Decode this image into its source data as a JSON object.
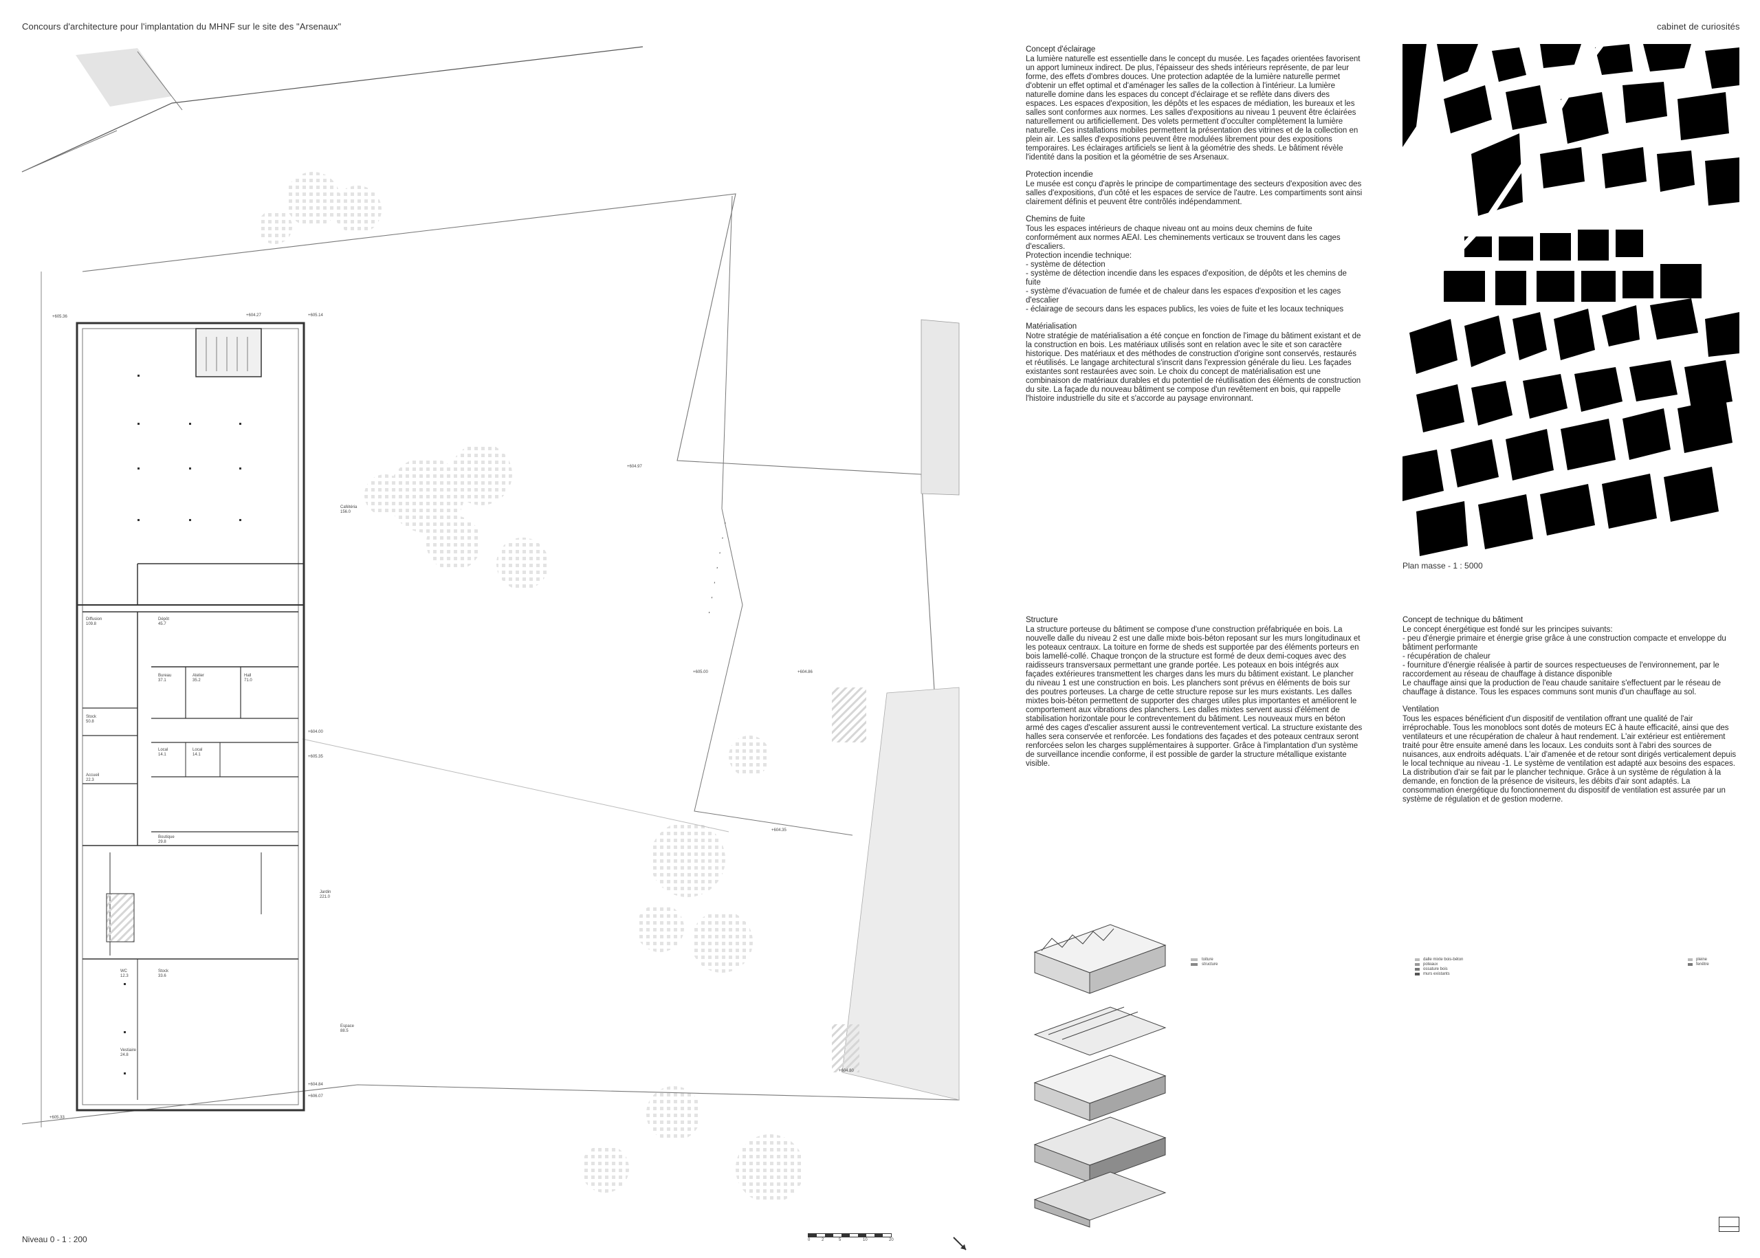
{
  "header": {
    "left_title": "Concours d'architecture pour l'implantation du MHNF sur le site des \"Arsenaux\"",
    "right_title": "cabinet de curiosités"
  },
  "plan": {
    "scale_caption": "Niveau 0 - 1 : 200",
    "rooms": [
      {
        "name": "Diffusion",
        "area": "109.8"
      },
      {
        "name": "Dépôt",
        "area": "45.7"
      },
      {
        "name": "Bureau",
        "area": "37.1"
      },
      {
        "name": "Atelier",
        "area": "35.2"
      },
      {
        "name": "Hall",
        "area": "71.0"
      },
      {
        "name": "Stock",
        "area": "50.8"
      },
      {
        "name": "Local",
        "area": "14.1"
      },
      {
        "name": "Local",
        "area": "14.1"
      },
      {
        "name": "Accueil",
        "area": "22.3"
      },
      {
        "name": "Boutique",
        "area": "29.8"
      },
      {
        "name": "WC",
        "area": "12.3"
      },
      {
        "name": "Stock",
        "area": "33.6"
      },
      {
        "name": "Vestiaire",
        "area": "24.8"
      },
      {
        "name": "Cafétéria",
        "area": "156.0"
      },
      {
        "name": "Jardin",
        "area": "221.0"
      },
      {
        "name": "Espace",
        "area": "88.5"
      }
    ],
    "levels": [
      "+605.36",
      "+605.14",
      "+604.00",
      "+605.35",
      "+604.84",
      "+606.07",
      "+605.33",
      "+604.97",
      "+604.86",
      "+604.35",
      "+605.00",
      "+604.80",
      "+604.27"
    ]
  },
  "sections": [
    {
      "heading": "Concept d'éclairage",
      "body": "La lumière naturelle est essentielle dans le concept du musée. Les façades orientées favorisent un apport lumineux indirect. De plus, l'épaisseur des sheds intérieurs représente, de par leur forme, des effets d'ombres douces. Une protection adaptée de la lumière naturelle permet d'obtenir un effet optimal et d'aménager les salles de la collection à l'intérieur. La lumière naturelle domine dans les espaces du concept d'éclairage et se reflète dans divers des espaces. Les espaces d'exposition, les dépôts et les espaces de médiation, les bureaux et les salles sont conformes aux normes. Les salles d'expositions au niveau 1 peuvent être éclairées naturellement ou artificiellement. Des volets permettent d'occulter complètement la lumière naturelle. Ces installations mobiles permettent la présentation des vitrines et de la collection en plein air. Les salles d'expositions peuvent être modulées librement pour des expositions temporaires. Les éclairages artificiels se lient à la géométrie des sheds. Le bâtiment révèle l'identité dans la position et la géométrie de ses Arsenaux."
    },
    {
      "heading": "Protection incendie",
      "body": "Le musée est conçu d'après le principe de compartimentage des secteurs d'exposition avec des salles d'expositions, d'un côté et les espaces de service de l'autre. Les compartiments sont ainsi clairement définis et peuvent être contrôlés indépendamment."
    },
    {
      "heading": "Chemins de fuite",
      "body": "Tous les espaces intérieurs de chaque niveau ont au moins deux chemins de fuite conformément aux normes AEAI. Les cheminements verticaux se trouvent dans les cages d'escaliers.\nProtection incendie technique:\n- système de détection\n- système de détection incendie dans les espaces d'exposition, de dépôts et les chemins de fuite\n- système d'évacuation de fumée et de chaleur dans les espaces d'exposition et les cages d'escalier\n- éclairage de secours dans les espaces publics, les voies de fuite et les locaux techniques"
    },
    {
      "heading": "Matérialisation",
      "body": "Notre stratégie de matérialisation a été conçue en fonction de l'image du bâtiment existant et de la construction en bois. Les matériaux utilisés sont en relation avec le site et son caractère historique. Des matériaux et des méthodes de construction d'origine sont conservés, restaurés et réutilisés. Le langage architectural s'inscrit dans l'expression générale du lieu. Les façades existantes sont restaurées avec soin. Le choix du concept de matérialisation est une combinaison de matériaux durables et du potentiel de réutilisation des éléments de construction du site. La façade du nouveau bâtiment se compose d'un revêtement en bois, qui rappelle l'histoire industrielle du site et s'accorde au paysage environnant."
    },
    {
      "heading": "Structure",
      "body": "La structure porteuse du bâtiment se compose d'une construction préfabriquée en bois. La nouvelle dalle du niveau 2 est une dalle mixte bois-béton reposant sur les murs longitudinaux et les poteaux centraux. La toiture en forme de sheds est supportée par des éléments porteurs en bois lamellé-collé. Chaque tronçon de la structure est formé de deux demi-coques avec des raidisseurs transversaux permettant une grande portée. Les poteaux en bois intégrés aux façades extérieures transmettent les charges dans les murs du bâtiment existant. Le plancher du niveau 1 est une construction en bois. Les planchers sont prévus en éléments de bois sur des poutres porteuses. La charge de cette structure repose sur les murs existants. Les dalles mixtes bois-béton permettent de supporter des charges utiles plus importantes et améliorent le comportement aux vibrations des planchers. Les dalles mixtes servent aussi d'élément de stabilisation horizontale pour le contreventement du bâtiment. Les nouveaux murs en béton armé des cages d'escalier assurent aussi le contreventement vertical. La structure existante des halles sera conservée et renforcée. Les fondations des façades et des poteaux centraux seront renforcées selon les charges supplémentaires à supporter. Grâce à l'implantation d'un système de surveillance incendie conforme, il est possible de garder la structure métallique existante visible."
    },
    {
      "heading": "Concept de technique du bâtiment",
      "body": "Le concept énergétique est fondé sur les principes suivants:\n- peu d'énergie primaire et énergie grise grâce à une construction compacte et enveloppe du bâtiment performante\n- récupération de chaleur\n- fourniture d'énergie réalisée à partir de sources respectueuses de l'environnement, par le raccordement au réseau de chauffage à distance disponible\nLe chauffage ainsi que la production de l'eau chaude sanitaire s'effectuent par le réseau de chauffage à distance. Tous les espaces communs sont munis d'un chauffage au sol."
    },
    {
      "heading": "Ventilation",
      "body": "Tous les espaces bénéficient d'un dispositif de ventilation offrant une qualité de l'air irréprochable. Tous les monoblocs sont dotés de moteurs EC à haute efficacité, ainsi que des ventilateurs et une récupération de chaleur à haut rendement. L'air extérieur est entièrement traité pour être ensuite amené dans les locaux. Les conduits sont à l'abri des sources de nuisances, aux endroits adéquats. L'air d'amenée et de retour sont dirigés verticalement depuis le local technique au niveau -1. Le système de ventilation est adapté aux besoins des espaces. La distribution d'air se fait par le plancher technique. Grâce à un système de régulation à la demande, en fonction de la présence de visiteurs, les débits d'air sont adaptés. La consommation énergétique du fonctionnement du dispositif de ventilation est assurée par un système de régulation et de gestion moderne."
    }
  ],
  "map": {
    "caption": "Plan masse - 1 : 5000"
  },
  "axonometric": {
    "legend_left": [
      "toiture",
      "structure"
    ],
    "legend_right_1": [
      "dalle mixte bois-béton",
      "poteaux",
      "ossature bois",
      "murs existants"
    ],
    "legend_right_2": [
      "pleine",
      "fenêtre"
    ]
  },
  "footer": {
    "scale_bar_labels": [
      "0",
      "2",
      "5",
      "10",
      "20"
    ]
  }
}
